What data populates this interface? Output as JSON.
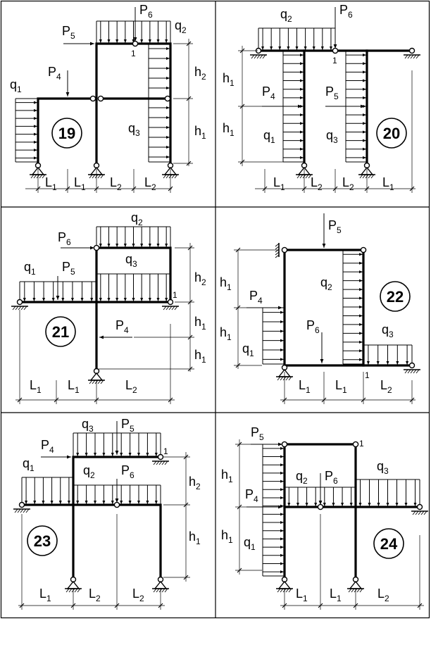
{
  "labels": {
    "q1": {
      "base": "q",
      "sub": "1"
    },
    "q2": {
      "base": "q",
      "sub": "2"
    },
    "q3": {
      "base": "q",
      "sub": "3"
    },
    "P4": {
      "base": "P",
      "sub": "4"
    },
    "P5": {
      "base": "P",
      "sub": "5"
    },
    "P6": {
      "base": "P",
      "sub": "6"
    },
    "h1": {
      "base": "h",
      "sub": "1"
    },
    "h2": {
      "base": "h",
      "sub": "2"
    },
    "L1": {
      "base": "L",
      "sub": "1"
    },
    "L2": {
      "base": "L",
      "sub": "2"
    },
    "joint": "1"
  },
  "panels": [
    {
      "number": "19"
    },
    {
      "number": "20"
    },
    {
      "number": "21"
    },
    {
      "number": "22"
    },
    {
      "number": "23"
    },
    {
      "number": "24"
    }
  ]
}
